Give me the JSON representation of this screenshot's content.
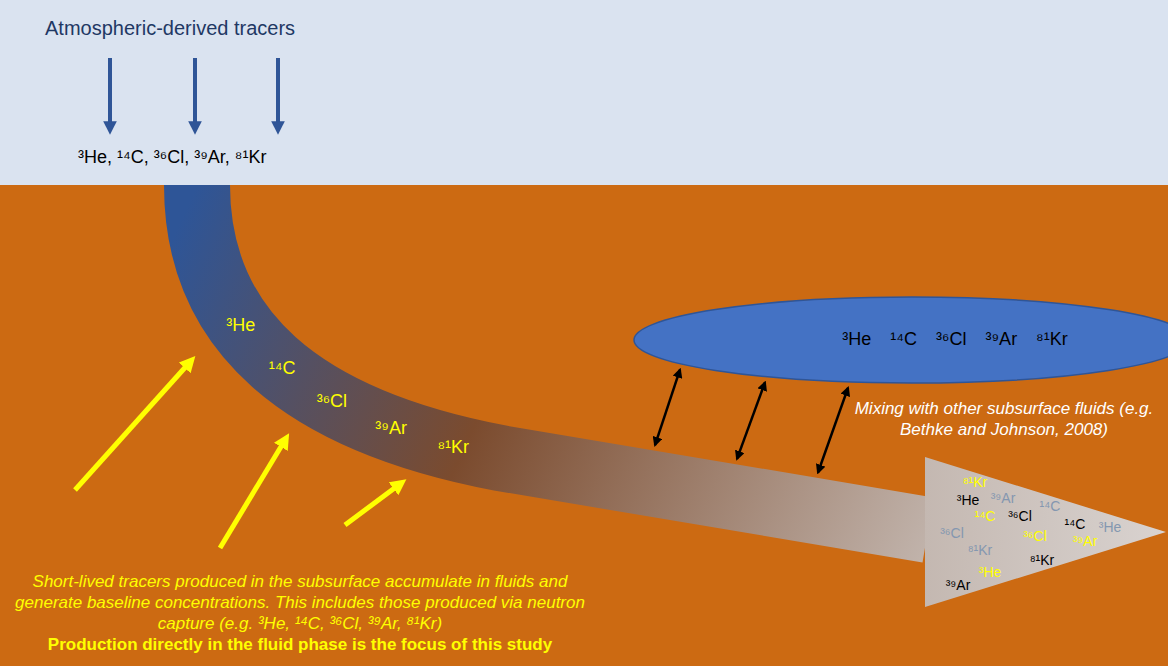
{
  "diagram": {
    "nodes": [
      {
        "text": [
          "Atmospheric-derived tracers",
          "³He, ¹⁴C, ³⁶Cl, ³⁹Ar, ⁸¹Kr"
        ]
      },
      {
        "text": [
          "³He",
          "¹⁴C",
          "³⁶Cl",
          "³⁹Ar",
          "⁸¹Kr",
          "⁸¹Kr",
          "³He",
          "³⁹Ar",
          "¹⁴C",
          "¹⁴C",
          "³⁶Cl",
          "¹⁴C",
          "³He",
          "³⁶Cl",
          "³⁶Cl",
          "⁸¹Kr",
          "³⁹Ar",
          "⁸¹Kr",
          "³He",
          "³⁹Ar"
        ]
      },
      {
        "text": [
          "³He ¹⁴C ³⁶Cl ³⁹Ar ⁸¹Kr"
        ]
      }
    ],
    "edges": [
      {
        "from": 2,
        "to": 1,
        "arrow": "both"
      },
      {
        "from": 2,
        "to": 1,
        "arrow": "both"
      },
      {
        "from": 2,
        "to": 1,
        "arrow": "both"
      }
    ],
    "labels": [
      "Short-lived tracers produced in the subsurface accumulate in fluids and generate baseline concentrations. This includes those produced via neutron capture (e.g. ³He, ¹⁴C, ³⁶Cl, ³⁹Ar, ⁸¹Kr)",
      "Production directly in the fluid phase is the focus of this study",
      "Mixing with other subsurface fluids (e.g. Bethke and Johnson, 2008)"
    ]
  }
}
